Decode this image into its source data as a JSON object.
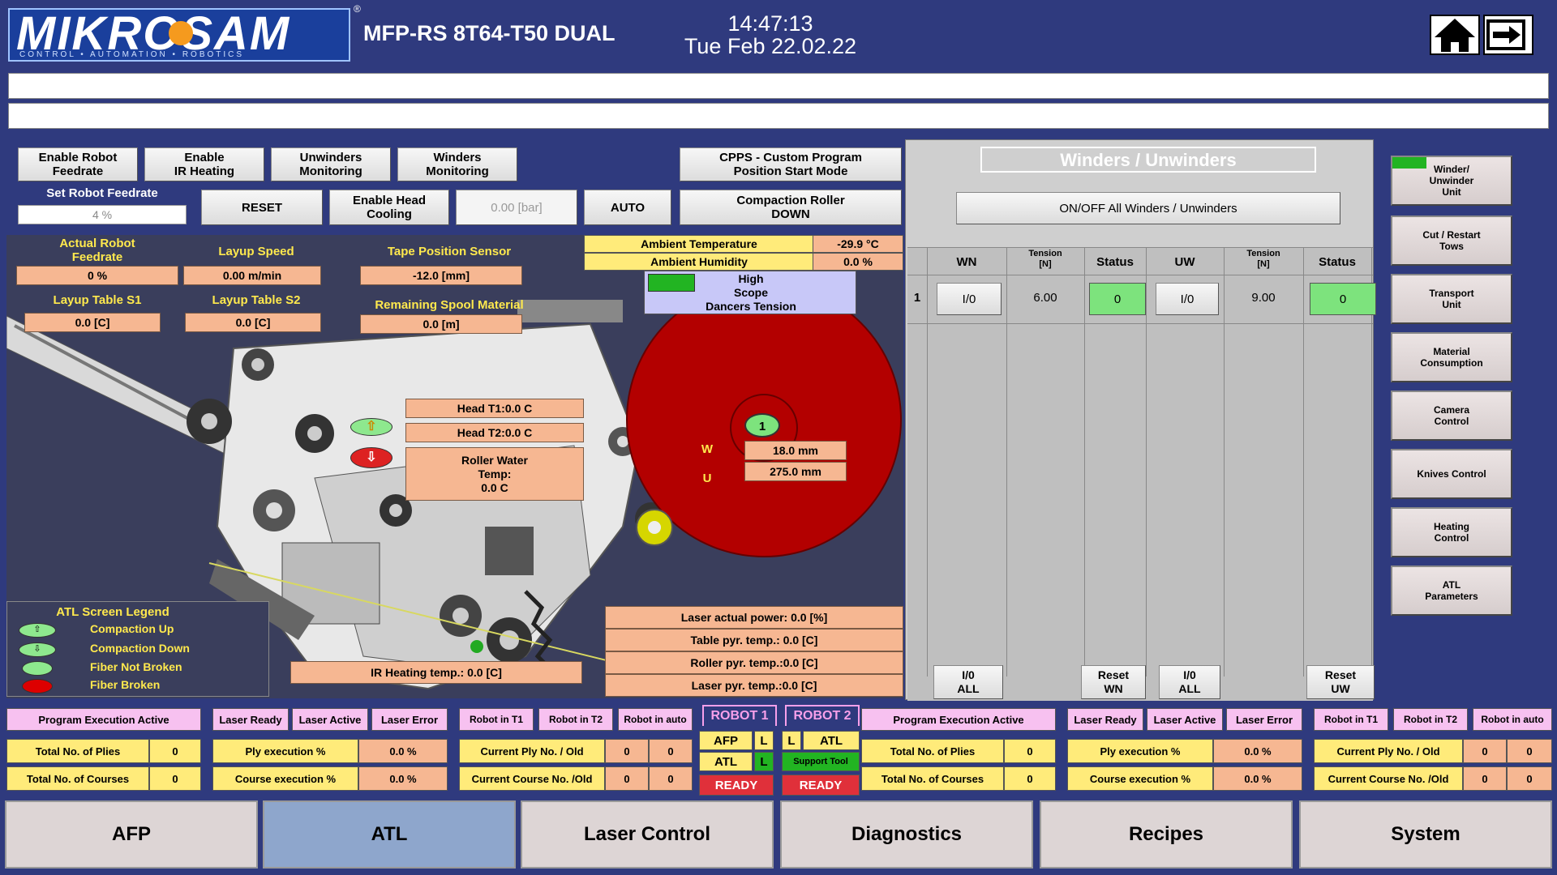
{
  "header": {
    "logo_text": "MIKROSAM",
    "logo_tagline": "CONTROL • AUTOMATION • ROBOTICS",
    "logo_reg": "®",
    "machine": "MFP-RS 8T64-T50 DUAL",
    "time": "14:47:13",
    "date": "Tue Feb 22.02.22"
  },
  "controls": {
    "enable_robot_feedrate": "Enable Robot\nFeedrate",
    "enable_ir_heating": "Enable\nIR Heating",
    "unwinders_monitoring": "Unwinders\nMonitoring",
    "winders_monitoring": "Winders\nMonitoring",
    "cpps": "CPPS - Custom Program\nPosition Start Mode",
    "set_robot_feedrate": "Set Robot Feedrate",
    "feedrate_value": "4 %",
    "reset": "RESET",
    "enable_head_cooling": "Enable Head\nCooling",
    "pressure": "0.00 [bar]",
    "auto": "AUTO",
    "compaction_roller": "Compaction Roller\nDOWN"
  },
  "head": {
    "actual_robot_feedrate_label": "Actual Robot\nFeedrate",
    "actual_robot_feedrate": "0 %",
    "layup_speed_label": "Layup Speed",
    "layup_speed": "0.00 m/min",
    "tape_position_label": "Tape Position Sensor",
    "tape_position": "-12.0 [mm]",
    "layup_s1_label": "Layup Table S1",
    "layup_s1": "0.0 [C]",
    "layup_s2_label": "Layup Table S2",
    "layup_s2": "0.0 [C]",
    "remaining_spool_label": "Remaining Spool Material",
    "remaining_spool": "0.0 [m]",
    "ambient_temp_label": "Ambient Temperature",
    "ambient_temp": "-29.9 °C",
    "ambient_hum_label": "Ambient Humidity",
    "ambient_hum": "0.0 %",
    "high_scope": "High\nScope\nDancers Tension",
    "head_t1": "Head T1:0.0 C",
    "head_t2": "Head T2:0.0 C",
    "roller_water": "Roller Water\nTemp:\n0.0 C",
    "spool_number": "1",
    "w_label": "W",
    "u_label": "U",
    "w_value": "18.0 mm",
    "u_value": "275.0 mm",
    "laser_power": "Laser actual power: 0.0 [%]",
    "table_pyr": "Table pyr. temp.: 0.0 [C]",
    "roller_pyr": "Roller pyr. temp.:0.0 [C]",
    "laser_pyr": "Laser pyr. temp.:0.0 [C]",
    "ir_heating": "IR Heating temp.: 0.0 [C]"
  },
  "legend": {
    "title": "ATL Screen Legend",
    "items": [
      "Compaction Up",
      "Compaction Down",
      "Fiber Not Broken",
      "Fiber Broken"
    ]
  },
  "winders": {
    "title": "Winders / Unwinders",
    "onoff_all": "ON/OFF All Winders / Unwinders",
    "headers": [
      "WN",
      "Tension\n[N]",
      "Status",
      "UW",
      "Tension\n[N]",
      "Status"
    ],
    "rows": [
      {
        "idx": "1",
        "wn": "I/0",
        "wn_tension": "6.00",
        "wn_status": "0",
        "uw": "I/0",
        "uw_tension": "9.00",
        "uw_status": "0"
      }
    ],
    "io_all_1": "I/0\nALL",
    "reset_wn": "Reset\nWN",
    "io_all_2": "I/0\nALL",
    "reset_uw": "Reset\nUW"
  },
  "side_menu": [
    "Winder/\nUnwinder\nUnit",
    "Cut / Restart\nTows",
    "Transport\nUnit",
    "Material\nConsumption",
    "Camera\nControl",
    "Knives Control",
    "Heating\nControl",
    "ATL\nParameters"
  ],
  "status": {
    "program_exec_1": "Program Execution Active",
    "laser_ready_1": "Laser Ready",
    "laser_active_1": "Laser Active",
    "laser_error_1": "Laser Error",
    "robot_t1_1": "Robot in T1",
    "robot_t2_1": "Robot in T2",
    "robot_auto_1": "Robot in auto",
    "total_plies_1": "Total No. of Plies",
    "total_plies_1_val": "0",
    "total_courses_1": "Total No. of Courses",
    "total_courses_1_val": "0",
    "ply_exec_1": "Ply execution %",
    "ply_exec_1_val": "0.0 %",
    "course_exec_1": "Course execution %",
    "course_exec_1_val": "0.0 %",
    "current_ply_1": "Current Ply No. / Old",
    "current_ply_1_a": "0",
    "current_ply_1_b": "0",
    "current_course_1": "Current Course No. /Old",
    "current_course_1_a": "0",
    "current_course_1_b": "0",
    "robot1": "ROBOT 1",
    "robot2": "ROBOT 2",
    "afp": "AFP",
    "atl": "ATL",
    "l": "L",
    "support_tool": "Support Tool",
    "ready": "READY",
    "program_exec_2": "Program Execution Active",
    "laser_ready_2": "Laser Ready",
    "laser_active_2": "Laser Active",
    "laser_error_2": "Laser Error",
    "robot_t1_2": "Robot in T1",
    "robot_t2_2": "Robot in T2",
    "robot_auto_2": "Robot in auto",
    "total_plies_2": "Total No. of Plies",
    "total_plies_2_val": "0",
    "total_courses_2": "Total No. of Courses",
    "total_courses_2_val": "0",
    "ply_exec_2": "Ply execution %",
    "ply_exec_2_val": "0.0 %",
    "course_exec_2": "Course execution %",
    "course_exec_2_val": "0.0 %",
    "current_ply_2": "Current Ply No. / Old",
    "current_ply_2_a": "0",
    "current_ply_2_b": "0",
    "current_course_2": "Current Course No. /Old",
    "current_course_2_a": "0",
    "current_course_2_b": "0"
  },
  "nav": [
    "AFP",
    "ATL",
    "Laser Control",
    "Diagnostics",
    "Recipes",
    "System"
  ],
  "colors": {
    "background": "#2f3a7e",
    "spool": "#b30000",
    "ok_green": "#7de37d",
    "nav_active": "#8ea6cc"
  }
}
